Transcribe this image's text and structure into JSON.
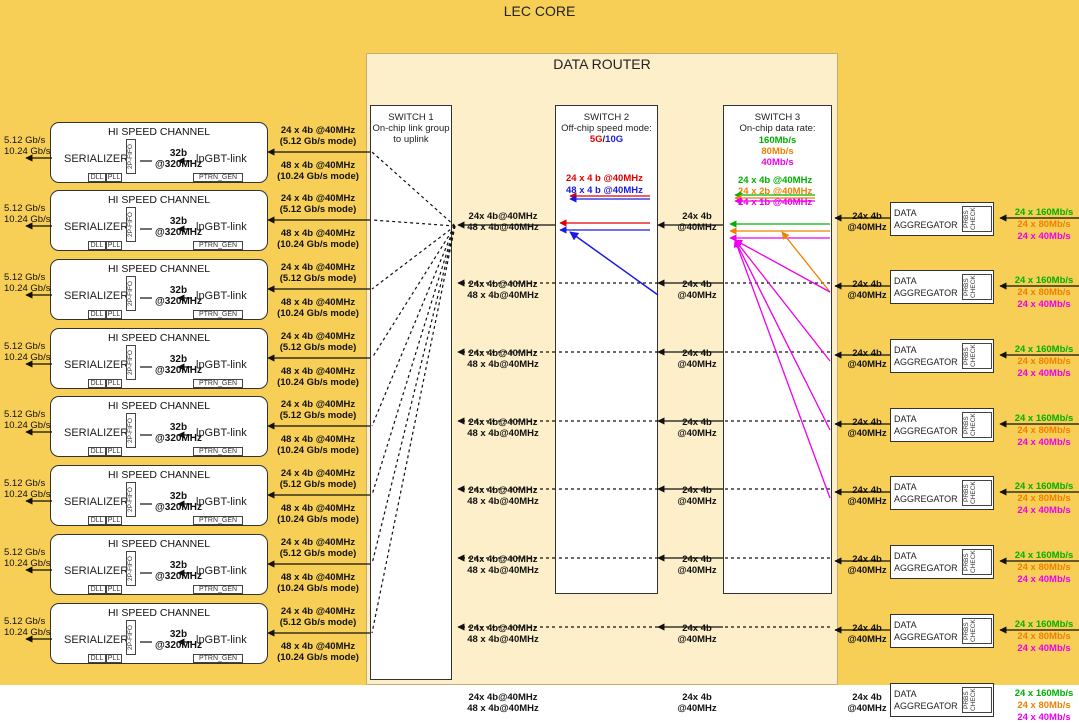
{
  "title": "LEC CORE",
  "router": {
    "title": "DATA ROUTER",
    "switch1": {
      "line1": "SWITCH 1",
      "line2": "On-chip link group",
      "line3": "to uplink"
    },
    "switch2": {
      "line1": "SWITCH 2",
      "line2": "Off-chip speed mode:",
      "mode_5g": "5G",
      "mode_sep": "/",
      "mode_10g": "10G",
      "red_label": "24 x 4 b @40MHz",
      "blue_label": "48 x 4 b @40MHz"
    },
    "switch3": {
      "line1": "SWITCH 3",
      "line2": "On-chip data rate:",
      "rate_green": "160Mb/s",
      "rate_orange": "80Mb/s",
      "rate_magenta": "40Mb/s",
      "green_label": "24 x 4b @40MHz",
      "orange_label": "24 x 2b @40MHz",
      "magenta_label": "24 x 1b @40MHz"
    }
  },
  "channels": [
    {
      "title": "HI SPEED CHANNEL"
    },
    {
      "title": "HI SPEED CHANNEL"
    },
    {
      "title": "HI SPEED CHANNEL"
    },
    {
      "title": "HI SPEED CHANNEL"
    },
    {
      "title": "HI SPEED CHANNEL"
    },
    {
      "title": "HI SPEED CHANNEL"
    },
    {
      "title": "HI SPEED CHANNEL"
    },
    {
      "title": "HI SPEED CHANNEL"
    }
  ],
  "channel_parts": {
    "serializer": "SERIALIZER",
    "fifo": "2P-FIFO",
    "dll": "DLL",
    "pll": "PLL",
    "bus_width": "32b",
    "bus_freq": "@320MHz",
    "lpgbt": "lpGBT-link",
    "ptrn": "PTRN_GEN"
  },
  "output_rates": {
    "line1": "5.12 Gb/s",
    "line2": "10.24 Gb/s"
  },
  "modes": {
    "m5_a": "24 x 4b @40MHz",
    "m5_b": "(5.12 Gb/s mode)",
    "m10_a": "48 x 4b @40MHz",
    "m10_b": "(10.24 Gb/s mode)"
  },
  "router_labels": {
    "l1": "24x 4b@40MHz",
    "l2": "48 x 4b@40MHz",
    "s2_a": "24x 4b",
    "s2_b": "@40MHz"
  },
  "aggregators": {
    "line1": "DATA",
    "line2": "AGGREGATOR",
    "prbs": "PRBS CHECK",
    "in_a": "24x 4b",
    "in_b": "@40MHz"
  },
  "input_rates": {
    "green": "24 x 160Mb/s",
    "orange": "24 x 80Mb/s",
    "magenta": "24 x 40Mb/s"
  },
  "colors": {
    "background": "#f7cf57",
    "router": "#fdefc9",
    "red": "#e00000",
    "blue": "#1a1ae0",
    "green": "#00b000",
    "orange": "#f08000",
    "magenta": "#ee00ee"
  }
}
